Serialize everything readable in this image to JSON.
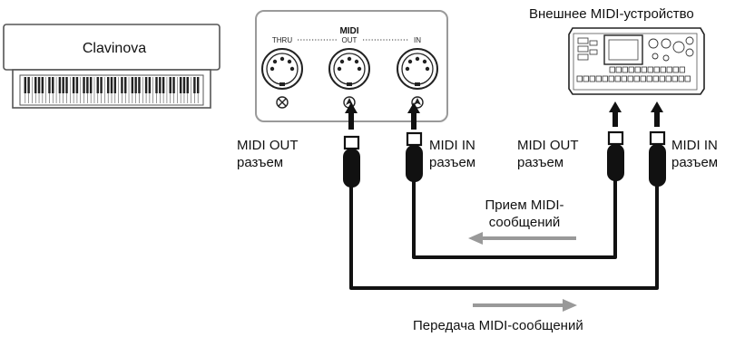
{
  "piano": {
    "name": "Clavinova"
  },
  "midi_panel": {
    "title": "MIDI",
    "thru_label": "THRU",
    "out_label": "OUT",
    "in_label": "IN"
  },
  "external_device": {
    "label": "Внешнее MIDI-устройство"
  },
  "piano_out_port": {
    "line1": "MIDI OUT",
    "line2": "разъем"
  },
  "piano_in_port": {
    "line1": "MIDI IN",
    "line2": "разъем"
  },
  "device_out_port": {
    "line1": "MIDI OUT",
    "line2": "разъем"
  },
  "device_in_port": {
    "line1": "MIDI IN",
    "line2": "разъем"
  },
  "receive_caption": {
    "line1": "Прием MIDI-",
    "line2": "сообщений"
  },
  "transmit_caption": {
    "text": "Передача MIDI-сообщений"
  }
}
